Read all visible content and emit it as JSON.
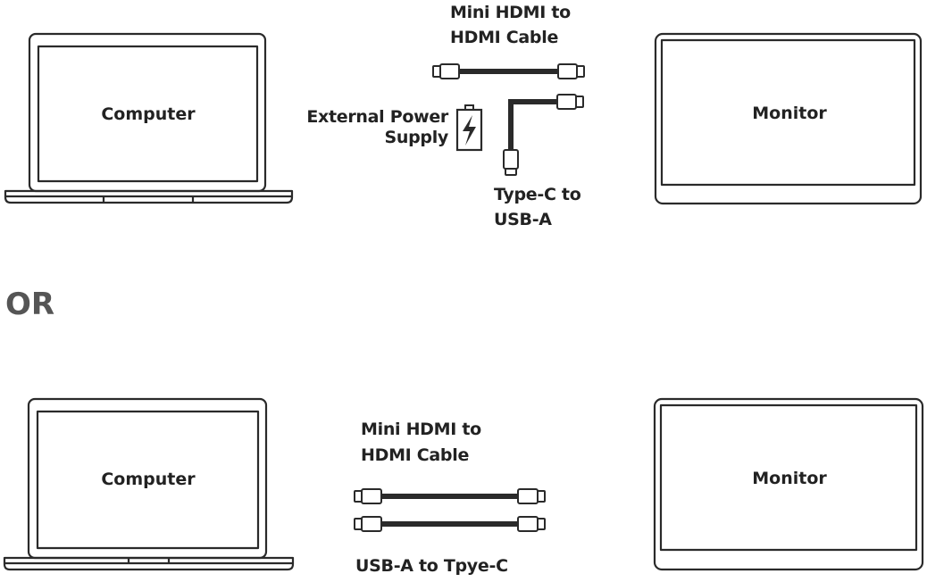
{
  "top_setup": {
    "computer_label": "Computer",
    "monitor_label": "Monitor",
    "hdmi_cable_line1": "Mini HDMI to",
    "hdmi_cable_line2": "HDMI Cable",
    "power_line1": "External Power",
    "power_line2": "Supply",
    "usbc_line1": "Type-C to",
    "usbc_line2": "USB-A"
  },
  "separator": "OR",
  "bottom_setup": {
    "computer_label": "Computer",
    "monitor_label": "Monitor",
    "hdmi_cable_line1": "Mini HDMI to",
    "hdmi_cable_line2": "HDMI Cable",
    "usb_cable_label": "USB-A to Tpye-C"
  },
  "icons": {
    "laptop": "laptop-icon",
    "monitor": "monitor-icon",
    "cable": "cable-icon",
    "battery": "battery-icon"
  }
}
